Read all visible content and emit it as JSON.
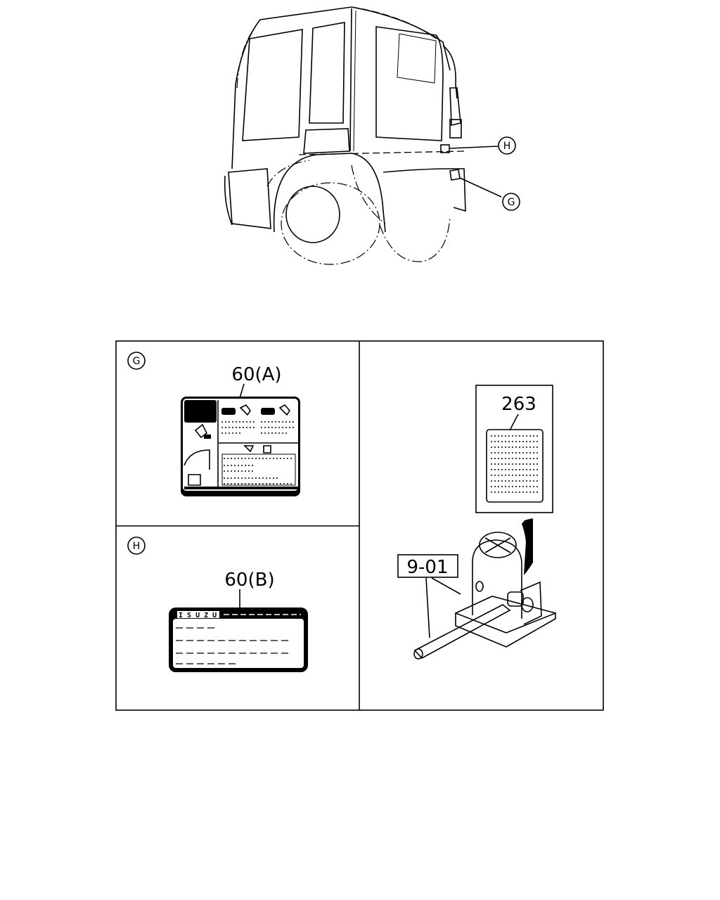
{
  "callouts": {
    "h": "H",
    "g": "G"
  },
  "panels": {
    "g": {
      "marker": "G",
      "part_label": "60(A)"
    },
    "h": {
      "marker": "H",
      "part_label": "60(B)",
      "brand_text": "I S U Z U"
    },
    "jack": {
      "label_part": "263",
      "jack_part": "9-01"
    }
  },
  "colors": {
    "line": "#000000",
    "background": "#ffffff"
  }
}
